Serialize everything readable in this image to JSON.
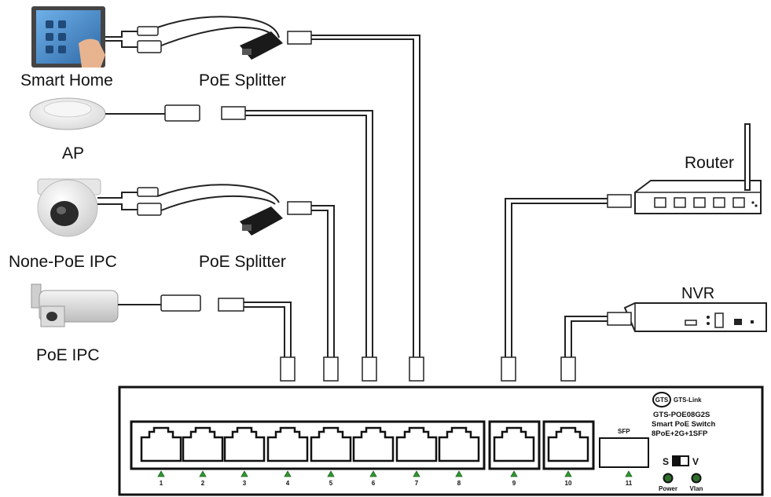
{
  "labels": {
    "smart_home": "Smart Home",
    "poe_splitter_top": "PoE Splitter",
    "ap": "AP",
    "none_poe_ipc": "None-PoE IPC",
    "poe_splitter_bottom": "PoE Splitter",
    "poe_ipc": "PoE IPC",
    "router": "Router",
    "nvr": "NVR"
  },
  "switch": {
    "brand": "GTS-Link",
    "brand_logo_text": "GTS",
    "model": "GTS-POE08G2S",
    "desc1": "Smart PoE Switch",
    "desc2": "8PoE+2G+1SFP",
    "sfp_label": "SFP",
    "port_numbers": [
      "1",
      "2",
      "3",
      "4",
      "5",
      "6",
      "7",
      "8",
      "9",
      "10",
      "11"
    ],
    "switch_left": "S",
    "switch_right": "V",
    "power_label": "Power",
    "vlan_label": "Vlan"
  },
  "colors": {
    "led_triangle": "#2e9b2e",
    "led_dot": "#1e6b1e",
    "line": "#222222",
    "screen_blue": "#3e7fc1"
  }
}
